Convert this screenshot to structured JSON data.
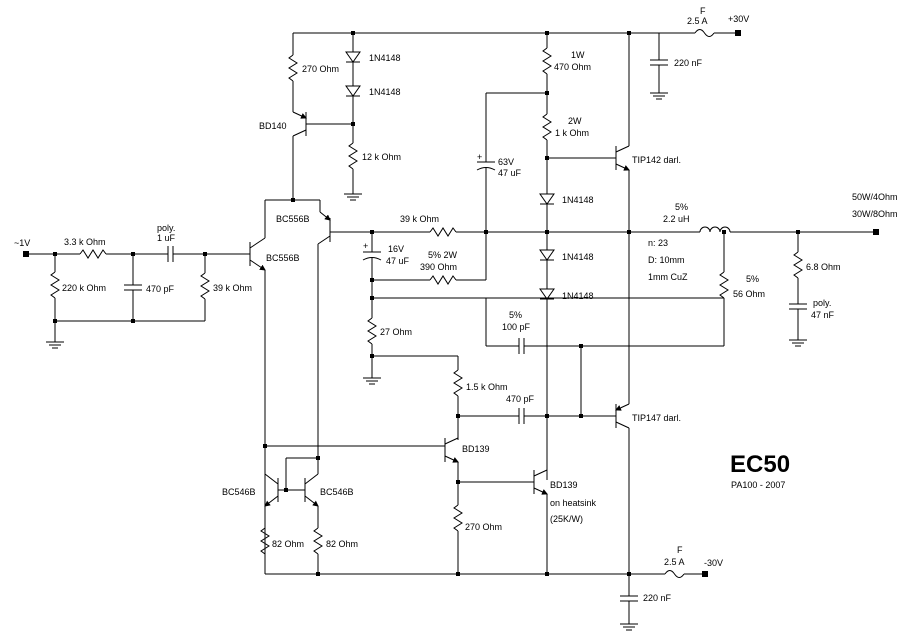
{
  "title": "EC50",
  "subtitle": "PA100 - 2007",
  "rails": {
    "pos": "+30V",
    "neg": "-30V",
    "input": "~1V",
    "output_1": "50W/4Ohm",
    "output_2": "30W/8Ohm"
  },
  "fuses": {
    "top_letter": "F",
    "top_rating": "2.5 A",
    "bot_letter": "F",
    "bot_rating": "2.5 A"
  },
  "caps": {
    "c_top": "220 nF",
    "c_bot": "220 nF",
    "c_in_note": "poly.",
    "c_in": "1 uF",
    "c_470p_in": "470 pF",
    "c_boot_v": "63V",
    "c_boot": "47 uF",
    "c_16v_v": "16V",
    "c_16v": "47 uF",
    "c_100p_tol": "5%",
    "c_100p": "100 pF",
    "c_470p_fb": "470 pF",
    "c_zob_note": "poly.",
    "c_zob": "47 nF"
  },
  "resistors": {
    "r270_top": "270  Ohm",
    "r470_rating": "1W",
    "r470": "470  Ohm",
    "r1k_rating": "2W",
    "r1k": "1 k Ohm",
    "r12k": "12 k Ohm",
    "r3k3": "3.3 k Ohm",
    "r220k": "220 k Ohm",
    "r39k_in": "39 k Ohm",
    "r39k_fb": "39 k Ohm",
    "r390_rating": "5% 2W",
    "r390": "390  Ohm",
    "r27": "27  Ohm",
    "r1k5": "1.5 k Ohm",
    "r270_bot": "270  Ohm",
    "r82_left": "82  Ohm",
    "r82_right": "82  Ohm",
    "r56_tol": "5%",
    "r56": "56  Ohm",
    "r6k8": "6.8  Ohm"
  },
  "diodes": {
    "d1": "1N4148",
    "d2": "1N4148",
    "d3": "1N4148",
    "d4": "1N4148",
    "d5": "1N4148"
  },
  "transistors": {
    "q_bd140": "BD140",
    "q_bc556_top": "BC556B",
    "q_bc556_in": "BC556B",
    "q_tip142": "TIP142 darl.",
    "q_tip147": "TIP147 darl.",
    "q_bd139_a": "BD139",
    "q_bd139_b": "BD139",
    "q_bd139_b_note1": "on heatsink",
    "q_bd139_b_note2": "(25K/W)",
    "q_bc546_left": "BC546B",
    "q_bc546_right": "BC546B"
  },
  "inductor": {
    "tol": "5%",
    "value": "2.2 uH",
    "turns": "n: 23",
    "diameter": "D: 10mm",
    "wire": "1mm CuZ"
  }
}
